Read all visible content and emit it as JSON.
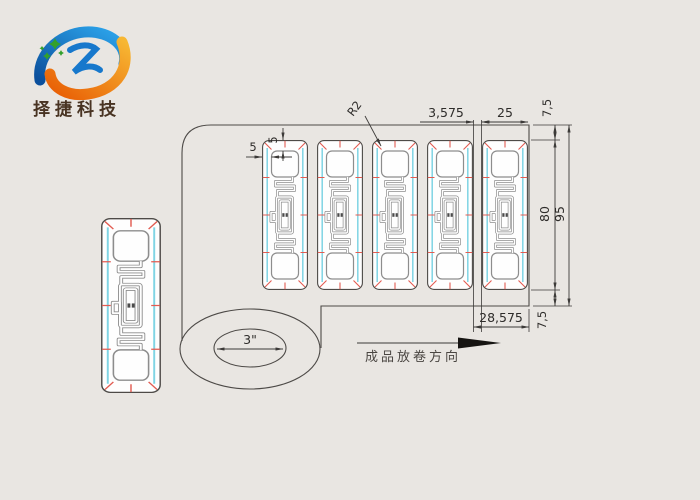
{
  "logo": {
    "company_name": "择捷科技",
    "colors": {
      "blue": "#0b4f9c",
      "blue_light": "#2da7ee",
      "orange": "#e85c04",
      "orange_light": "#f7b733",
      "star_green": "#33a02c"
    }
  },
  "drawing": {
    "dimensions": {
      "corner_radius": "R2",
      "label_gap": "3,575",
      "label_width": "25",
      "top_margin": "7,5",
      "label_height": "80",
      "web_height": "95",
      "label_pitch": "28,575",
      "bottom_margin": "7,5",
      "antenna_inset_top": "5",
      "antenna_inset_left": "5",
      "core_diameter": "3\""
    },
    "unwind_direction_label": "成品放卷方向",
    "colors": {
      "background": "#e9e6e2",
      "outline": "#4d4a47",
      "registration_mark_red": "#e25c52",
      "edge_stripe_cyan": "#7fd4e4",
      "antenna_gray": "#8d8d8d"
    }
  }
}
